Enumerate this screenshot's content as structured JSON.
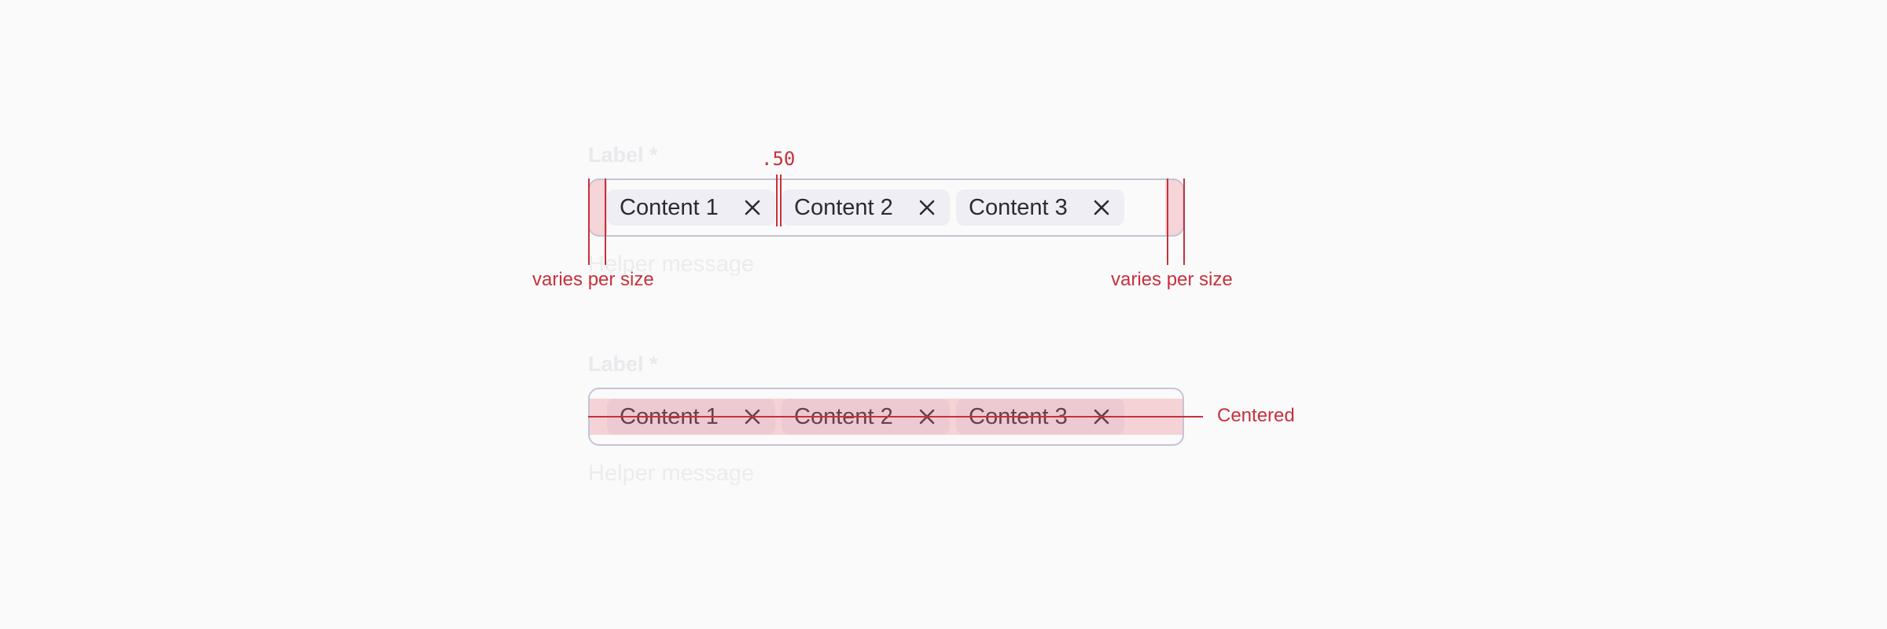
{
  "field_top": {
    "label": "Label *",
    "helper": "Helper message",
    "chips": [
      {
        "label": "Content 1"
      },
      {
        "label": "Content 2"
      },
      {
        "label": "Content 3"
      }
    ]
  },
  "field_bottom": {
    "label": "Label *",
    "helper": "Helper message",
    "chips": [
      {
        "label": "Content 1"
      },
      {
        "label": "Content 2"
      },
      {
        "label": "Content 3"
      }
    ]
  },
  "annotations": {
    "gap": ".50",
    "left_padding": "varies per size",
    "right_padding": "varies per size",
    "centered": "Centered"
  },
  "colors": {
    "annotation_red": "#c8303c",
    "field_border": "#c5c3d6",
    "chip_bg": "#efeef4",
    "padding_highlight": "#f4c9cd"
  },
  "icons": {
    "chip_remove": "close-icon"
  }
}
